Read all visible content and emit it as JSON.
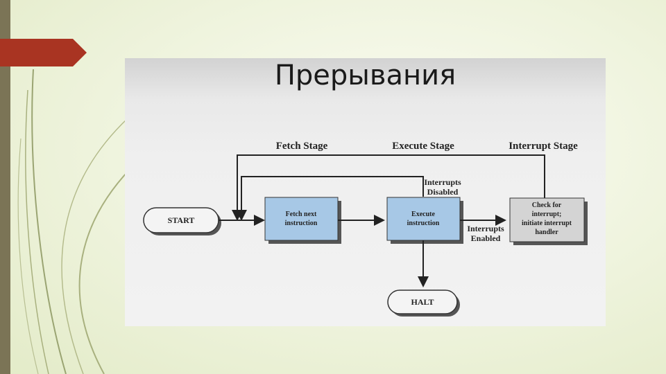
{
  "slide": {
    "title": "Прерывания"
  },
  "diagram": {
    "stages": {
      "fetch": "Fetch Stage",
      "execute": "Execute Stage",
      "interrupt": "Interrupt Stage"
    },
    "nodes": {
      "start": "START",
      "fetch_line1": "Fetch next",
      "fetch_line2": "instruction",
      "execute_line1": "Execute",
      "execute_line2": "instruction",
      "check_line1": "Check for",
      "check_line2": "interrupt;",
      "check_line3": "initiate interrupt",
      "check_line4": "handler",
      "halt": "HALT"
    },
    "edges": {
      "disabled_line1": "Interrupts",
      "disabled_line2": "Disabled",
      "enabled_line1": "Interrupts",
      "enabled_line2": "Enabled"
    },
    "colors": {
      "process_box": "#a7c8e6",
      "check_box": "#d4d4d4",
      "shadow": "#555555"
    }
  }
}
